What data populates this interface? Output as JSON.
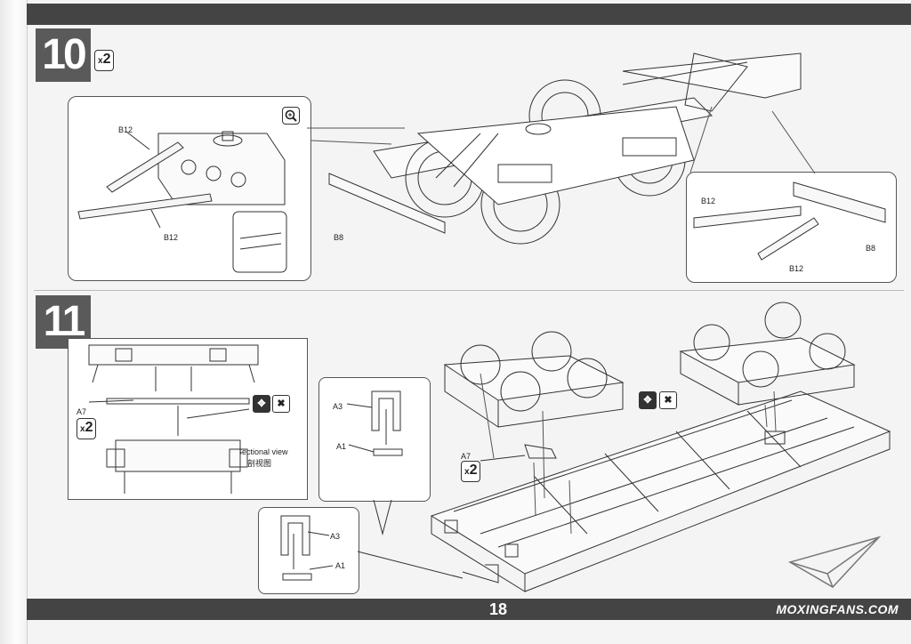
{
  "page": {
    "page_number": "18",
    "watermark": "MOXINGFANS.COM"
  },
  "step10": {
    "number": "10",
    "quantity": "2",
    "quantity_prefix": "x",
    "detail_left": {
      "label_top": "B12",
      "label_bottom": "B12"
    },
    "detail_right": {
      "label_b12_top": "B12",
      "label_b8": "B8",
      "label_b12_bottom": "B12"
    },
    "main_label_b8": "B8",
    "zoom_icon": "magnifier-icon"
  },
  "step11": {
    "number": "11",
    "detail_left": {
      "part_label": "A7",
      "quantity": "2",
      "quantity_prefix": "x",
      "sectional_view": "Sectional view",
      "sectional_view_cn": "剖视图",
      "icons": [
        "arrows-icon",
        "glue-x-icon"
      ]
    },
    "callout_top": {
      "label_a3": "A3",
      "label_a1": "A1"
    },
    "callout_bottom": {
      "label_a3": "A3",
      "label_a1": "A1"
    },
    "main": {
      "part_label": "A7",
      "quantity": "2",
      "quantity_prefix": "x"
    }
  }
}
